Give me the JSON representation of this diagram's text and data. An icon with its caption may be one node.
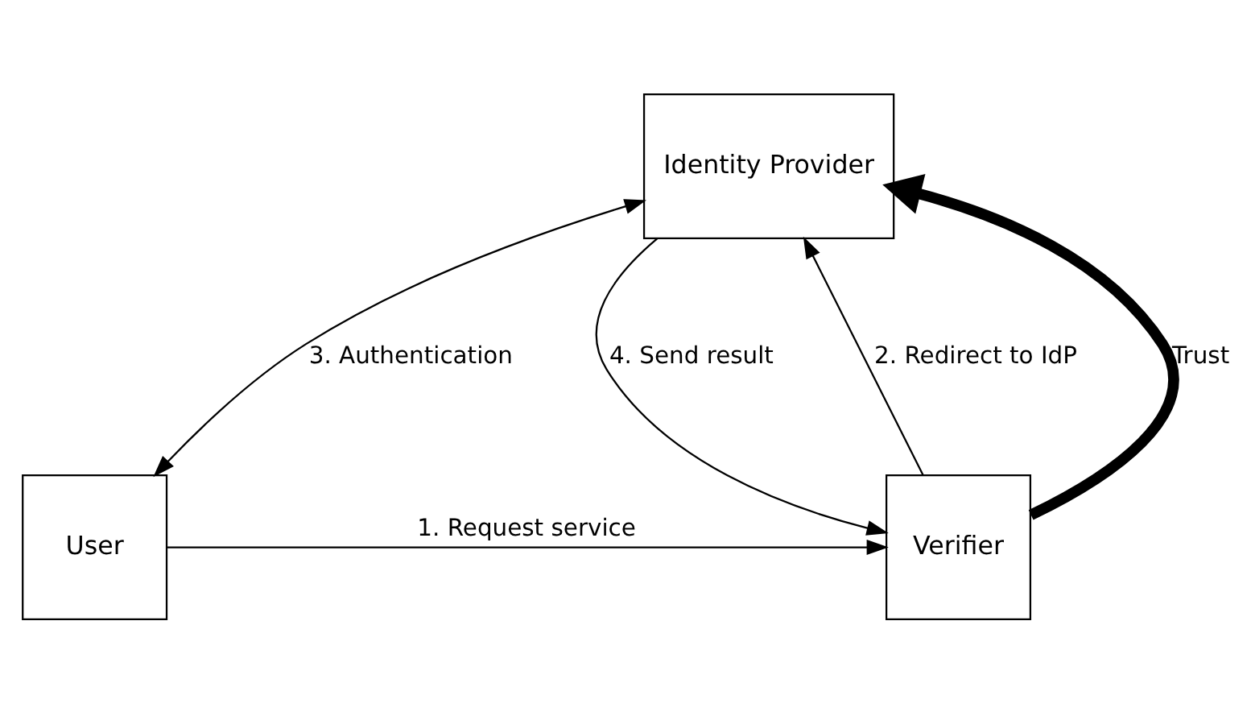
{
  "diagram": {
    "nodes": [
      {
        "text": [
          "Identity Provider"
        ]
      },
      {
        "text": [
          "User"
        ]
      },
      {
        "text": [
          "Verifier"
        ]
      }
    ],
    "edges": [
      {
        "from": 1,
        "to": 2,
        "arrow": "to",
        "label": "1. Request service"
      },
      {
        "from": 2,
        "to": 0,
        "arrow": "to",
        "label": "2. Redirect to IdP"
      },
      {
        "from": 0,
        "to": 1,
        "arrow": "both",
        "label": "3. Authentication"
      },
      {
        "from": 0,
        "to": 2,
        "arrow": "to",
        "label": "4. Send result"
      },
      {
        "from": 2,
        "to": 0,
        "arrow": "to",
        "label": "Trust",
        "style": "thick"
      }
    ]
  }
}
